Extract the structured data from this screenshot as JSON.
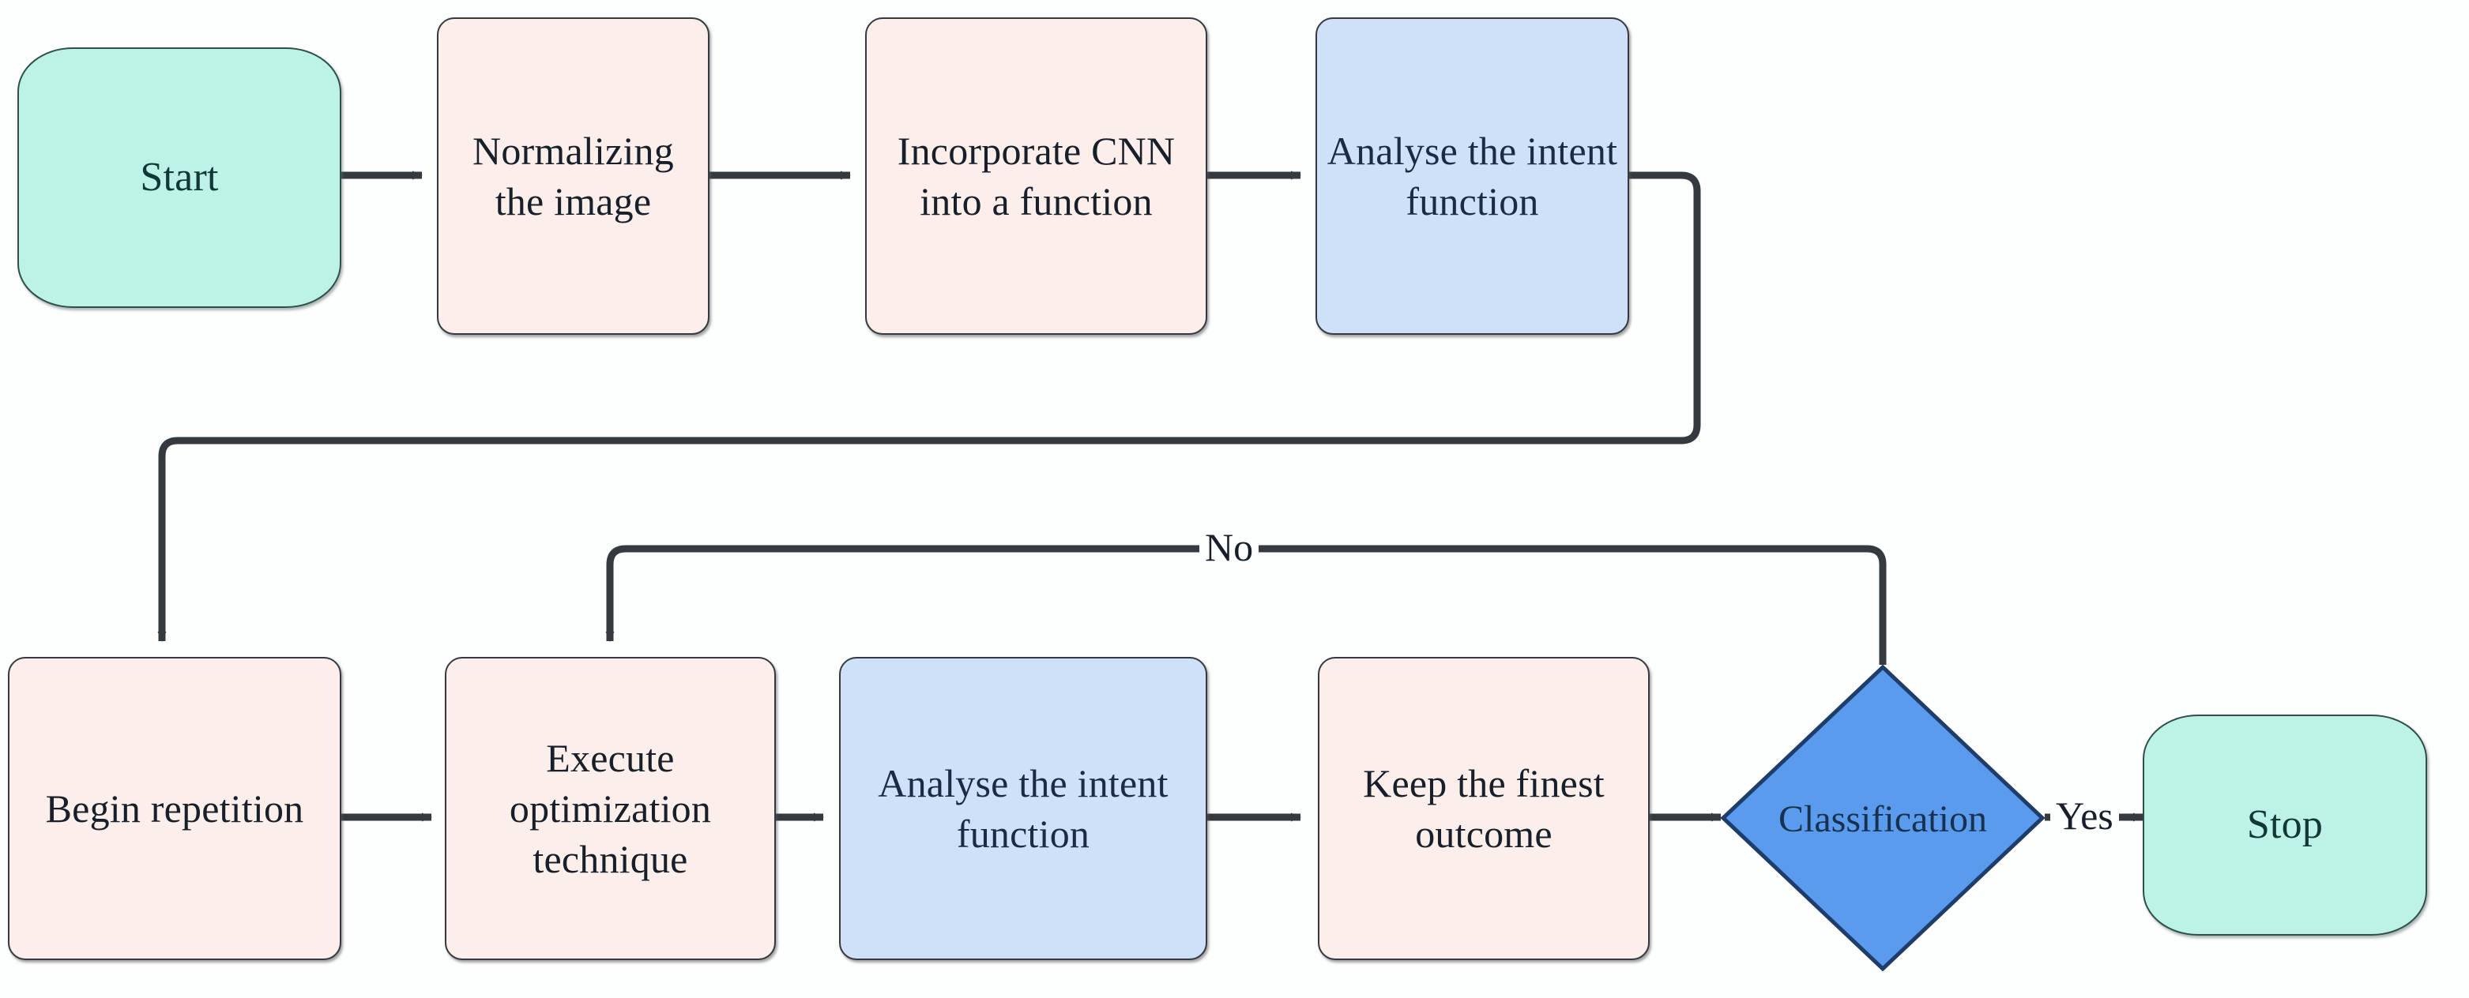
{
  "diagram": {
    "title": "CNN intent-function optimization flowchart",
    "colors": {
      "terminator_fill": "#bdf3e6",
      "terminator_stroke": "#2f4f4a",
      "process_fill": "#fceeea",
      "process_stroke": "#343a40",
      "analysis_fill": "#cfe1f8",
      "decision_fill": "#5b9bed",
      "decision_stroke": "#1f3d6b",
      "connector": "#343a40",
      "background": "#fdfefe"
    },
    "nodes": [
      {
        "id": "start",
        "label": "Start",
        "shape": "terminator"
      },
      {
        "id": "normalize",
        "label": "Normalizing the image",
        "shape": "process"
      },
      {
        "id": "incorporate",
        "label": "Incorporate CNN into a function",
        "shape": "process"
      },
      {
        "id": "analyse1",
        "label": "Analyse the intent function",
        "shape": "process-analysis"
      },
      {
        "id": "repetition",
        "label": "Begin repetition",
        "shape": "process"
      },
      {
        "id": "optimize",
        "label": "Execute optimization technique",
        "shape": "process"
      },
      {
        "id": "analyse2",
        "label": "Analyse the intent function",
        "shape": "process-analysis"
      },
      {
        "id": "keep",
        "label": "Keep the finest outcome",
        "shape": "process"
      },
      {
        "id": "classify",
        "label": "Classification",
        "shape": "decision"
      },
      {
        "id": "stop",
        "label": "Stop",
        "shape": "terminator"
      }
    ],
    "edges": [
      {
        "from": "start",
        "to": "normalize",
        "label": ""
      },
      {
        "from": "normalize",
        "to": "incorporate",
        "label": ""
      },
      {
        "from": "incorporate",
        "to": "analyse1",
        "label": ""
      },
      {
        "from": "analyse1",
        "to": "repetition",
        "label": ""
      },
      {
        "from": "repetition",
        "to": "optimize",
        "label": ""
      },
      {
        "from": "optimize",
        "to": "analyse2",
        "label": ""
      },
      {
        "from": "analyse2",
        "to": "keep",
        "label": ""
      },
      {
        "from": "keep",
        "to": "classify",
        "label": ""
      },
      {
        "from": "classify",
        "to": "stop",
        "label": "Yes"
      },
      {
        "from": "classify",
        "to": "optimize",
        "label": "No"
      }
    ],
    "edge_labels": {
      "yes": "Yes",
      "no": "No"
    }
  }
}
